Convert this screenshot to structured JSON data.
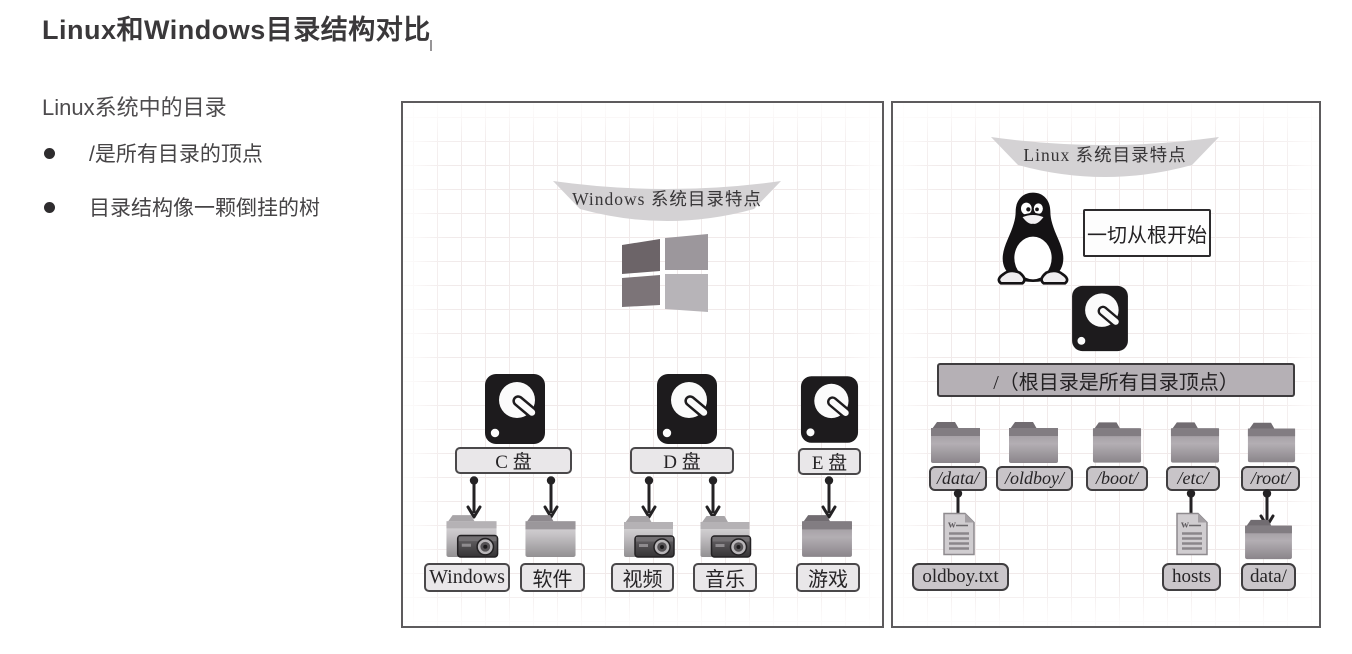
{
  "page": {
    "title": "Linux和Windows目录结构对比"
  },
  "intro": {
    "heading": "Linux系统中的目录",
    "bullets": [
      "/是所有目录的顶点",
      "目录结构像一颗倒挂的树"
    ]
  },
  "windows_panel": {
    "banner": "Windows 系统目录特点",
    "drives": [
      "C 盘",
      "D 盘",
      "E 盘"
    ],
    "folders": [
      "Windows",
      "软件",
      "视频",
      "音乐",
      "游戏"
    ]
  },
  "linux_panel": {
    "banner": "Linux 系统目录特点",
    "root_note": "一切从根开始",
    "root_bar": "/（根目录是所有目录顶点）",
    "dirs": [
      "/data/",
      "/oldboy/",
      "/boot/",
      "/etc/",
      "/root/"
    ],
    "children": [
      "oldboy.txt",
      "hosts",
      "data/"
    ]
  },
  "icons": {
    "doc_letter": "w",
    "names": [
      "windows-logo-icon",
      "tux-icon",
      "hard-drive-icon",
      "folder-icon",
      "camera-folder-icon",
      "document-icon",
      "down-arrow-icon"
    ]
  },
  "colors": {
    "title_text": "#3a383a",
    "body_text": "#4d4b4d",
    "panel_border": "#5d5b5d",
    "grid_line": "#f1eaea",
    "banner_fill": "#d4d2d4",
    "tag_fill_light": "#e9e7e9",
    "tag_fill_dark": "#c8c4c8",
    "root_bar_fill": "#b5b0b5",
    "icon_black": "#1d1b1d"
  }
}
